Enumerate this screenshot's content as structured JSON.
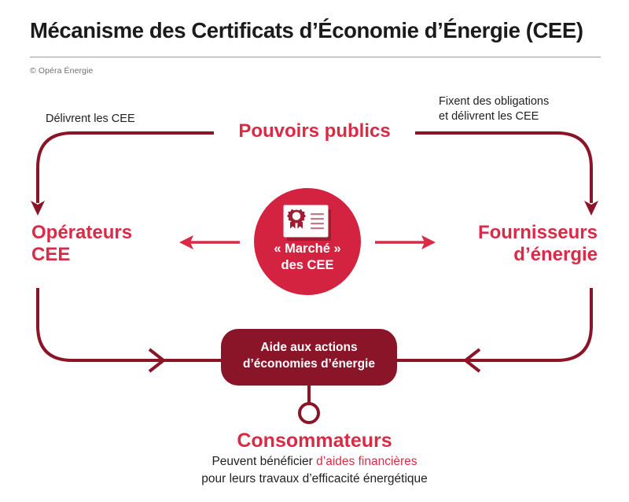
{
  "header": {
    "title": "Mécanisme des Certificats d’Économie d’Énergie (CEE)",
    "credit": "© Opéra Énergie"
  },
  "colors": {
    "brand_red": "#DA2A46",
    "hub_red": "#D32340",
    "dark_red": "#8B1528",
    "text_dark": "#1f1f1f",
    "rule_gray": "#9a9a9a"
  },
  "nodes": {
    "pouvoirs_publics": "Pouvoirs publics",
    "operateurs": {
      "line1": "Opérateurs",
      "line2": "CEE"
    },
    "fournisseurs": {
      "line1": "Fournisseurs",
      "line2": "d’énergie"
    },
    "consommateurs": "Consommateurs"
  },
  "hub": {
    "line1": "« Marché »",
    "line2": "des CEE",
    "icon": "certificate-icon"
  },
  "aide_box": {
    "line1": "Aide aux actions",
    "line2": "d’économies d’énergie"
  },
  "annotations": {
    "left": {
      "line1": "Délivrent les CEE"
    },
    "right": {
      "line1": "Fixent des obligations",
      "line2": "et délivrent les CEE"
    }
  },
  "caption": {
    "line1_prefix": "Peuvent bénéficier ",
    "line1_accent": "d’aides financières",
    "line2": "pour leurs travaux d’efficacité énergétique"
  }
}
